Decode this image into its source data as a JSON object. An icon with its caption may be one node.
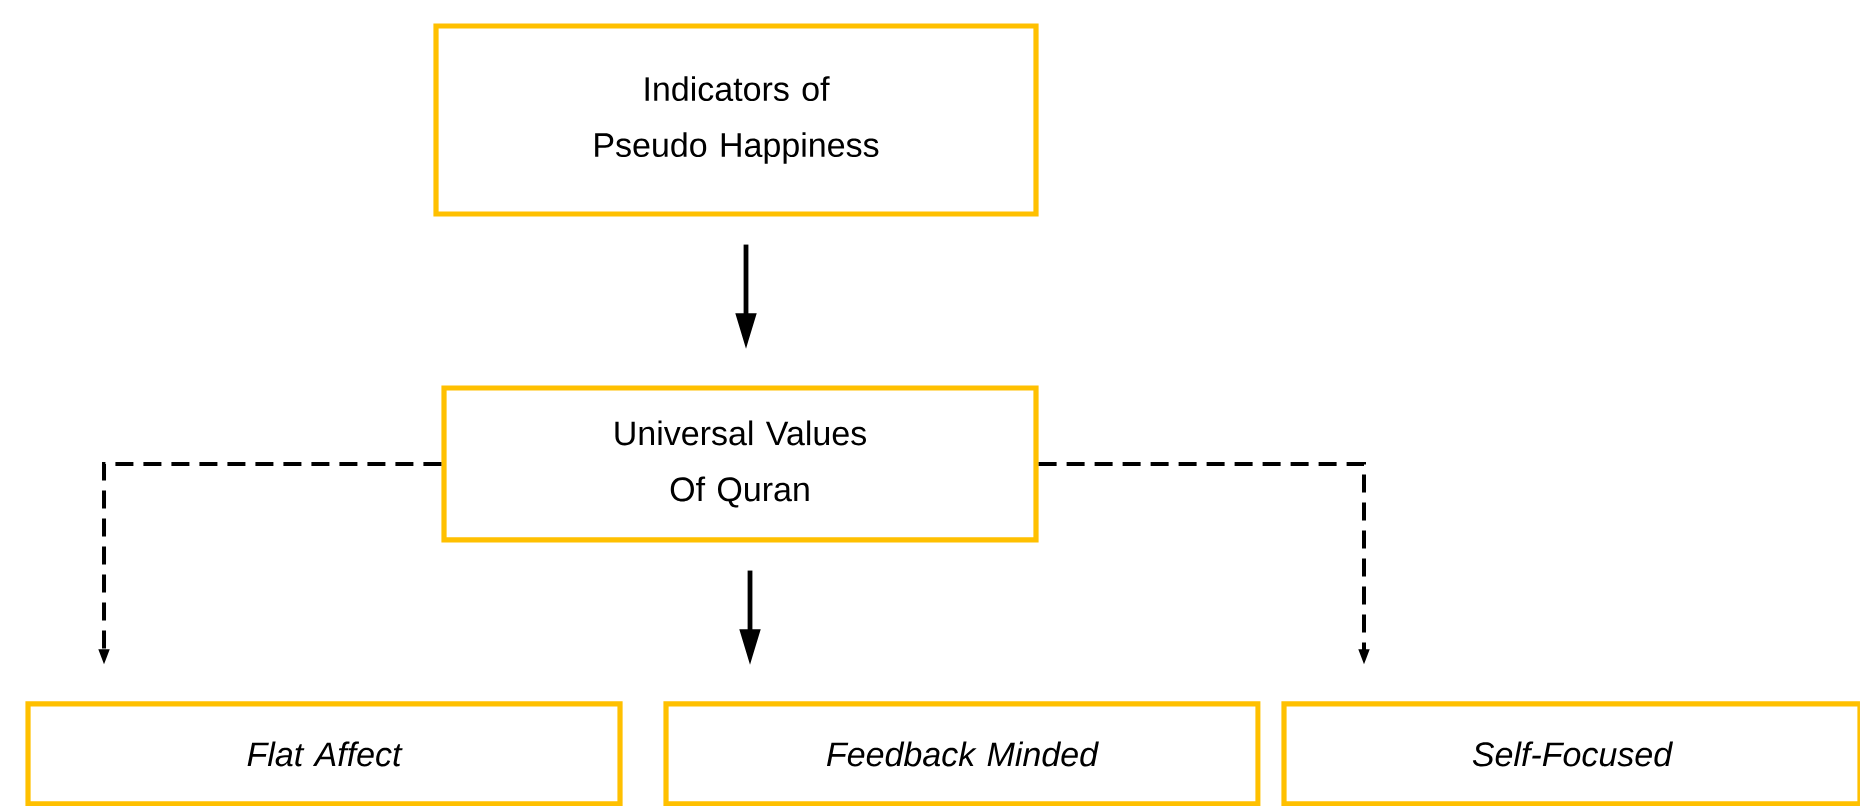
{
  "diagram": {
    "nodes": [
      {
        "text": [
          "Indicators of Pseudo Happiness"
        ]
      },
      {
        "text": [
          "Universal Values Of Quran"
        ]
      },
      {
        "text": [
          "Flat Affect"
        ]
      },
      {
        "text": [
          "Feedback Minded"
        ]
      },
      {
        "text": [
          "Self-Focused"
        ]
      }
    ],
    "edges": [
      {
        "from": 0,
        "to": 1,
        "arrow": "to"
      },
      {
        "from": 1,
        "to": 2,
        "arrow": "to",
        "style": "dashed"
      },
      {
        "from": 1,
        "to": 3,
        "arrow": "to"
      },
      {
        "from": 1,
        "to": 4,
        "arrow": "to",
        "style": "dashed"
      }
    ]
  }
}
